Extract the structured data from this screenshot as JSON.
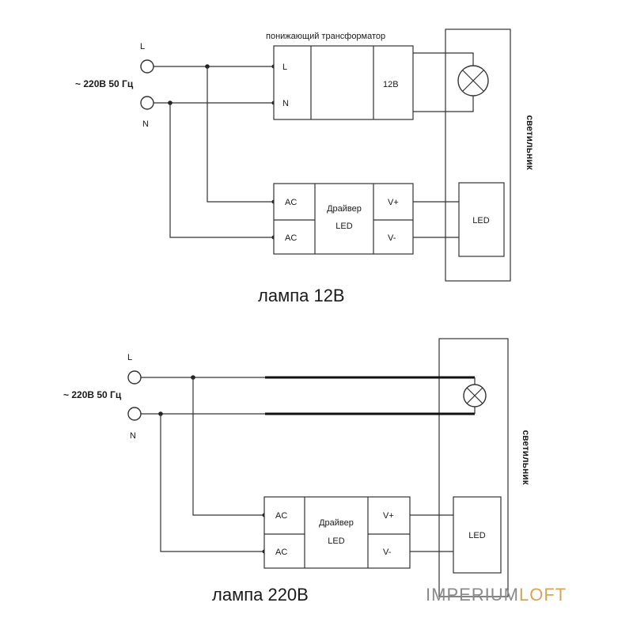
{
  "diagram_12v": {
    "line_label": "L",
    "neutral_label": "N",
    "supply_label": "~ 220В 50 Гц",
    "transformer_title": "понижающий трансформатор",
    "transformer_in_l": "L",
    "transformer_in_n": "N",
    "transformer_out": "12В",
    "driver_ac_1": "AC",
    "driver_ac_2": "AC",
    "driver_title_1": "Драйвер",
    "driver_title_2": "LED",
    "driver_v_plus": "V+",
    "driver_v_minus": "V-",
    "led_label": "LED",
    "fixture_label": "светильник",
    "caption": "лампа 12В"
  },
  "diagram_220v": {
    "line_label": "L",
    "neutral_label": "N",
    "supply_label": "~ 220В 50 Гц",
    "driver_ac_1": "AC",
    "driver_ac_2": "AC",
    "driver_title_1": "Драйвер",
    "driver_title_2": "LED",
    "driver_v_plus": "V+",
    "driver_v_minus": "V-",
    "led_label": "LED",
    "fixture_label": "светильник",
    "caption": "лампа 220В"
  },
  "watermark": {
    "part1": "IMPERIUM",
    "part2": "LOFT",
    "color1": "#8a8a8a",
    "color2": "#d9a45a"
  }
}
